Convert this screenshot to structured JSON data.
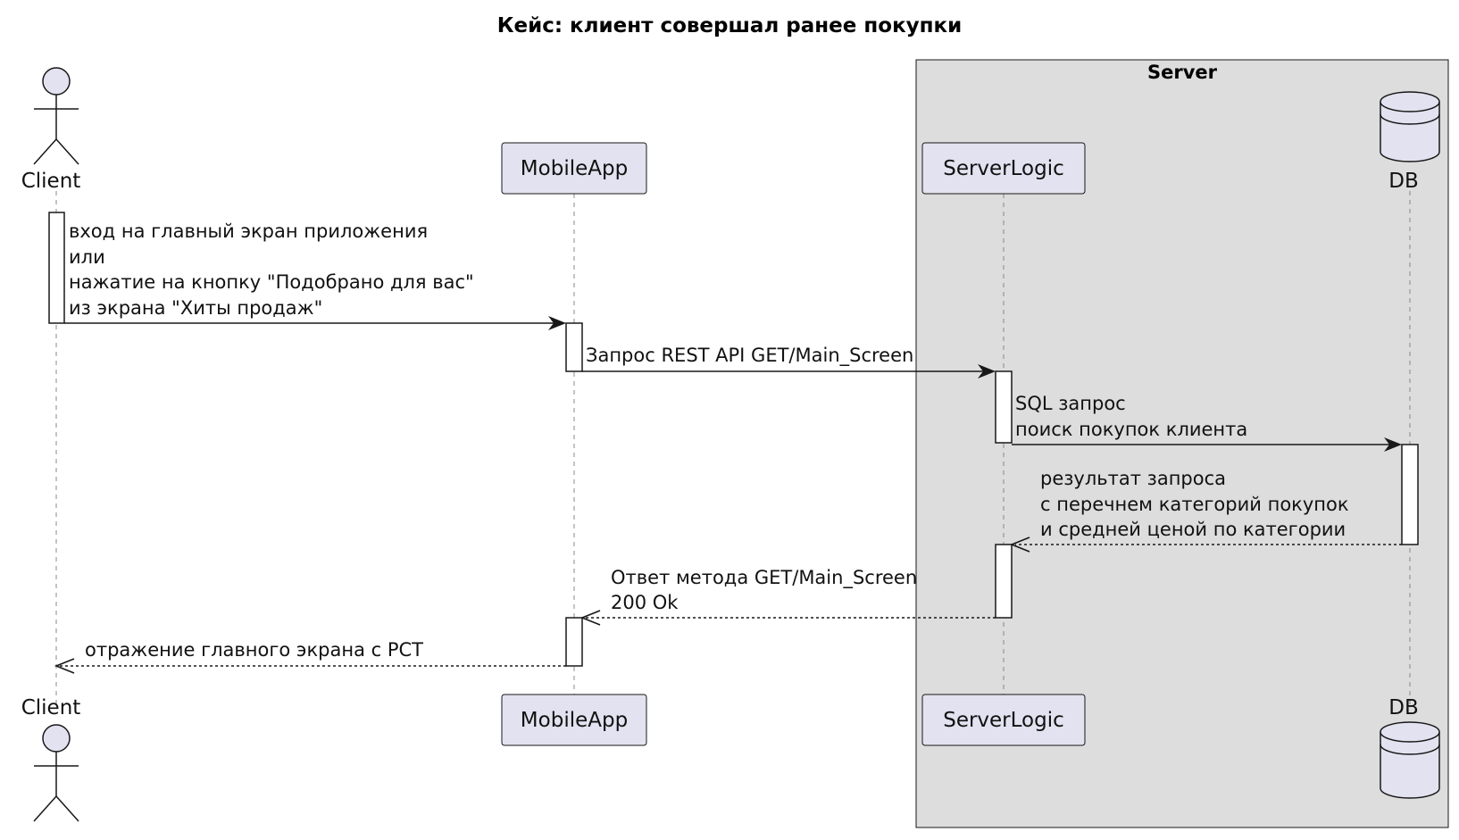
{
  "title": "Кейс: клиент совершал ранее покупки",
  "box": {
    "label": "Server"
  },
  "participants": {
    "client": "Client",
    "mobileapp": "MobileApp",
    "serverlogic": "ServerLogic",
    "db": "DB"
  },
  "messages": [
    {
      "from": "Client",
      "to": "MobileApp",
      "style": "solid",
      "lines": [
        "вход на главный экран приложения",
        "или",
        "нажатие на кнопку \"Подобрано для вас\"",
        "из экрана \"Хиты продаж\""
      ]
    },
    {
      "from": "MobileApp",
      "to": "ServerLogic",
      "style": "solid",
      "lines": [
        "Запрос REST API GET/Main_Screen"
      ]
    },
    {
      "from": "ServerLogic",
      "to": "DB",
      "style": "solid",
      "lines": [
        "SQL запрос",
        "поиск покупок клиента"
      ]
    },
    {
      "from": "DB",
      "to": "ServerLogic",
      "style": "dashed",
      "lines": [
        "результат запроса",
        "с перечнем категорий покупок",
        "и средней ценой по категории"
      ]
    },
    {
      "from": "ServerLogic",
      "to": "MobileApp",
      "style": "dashed",
      "lines": [
        "Ответ метода GET/Main_Screen",
        "200 Ok"
      ]
    },
    {
      "from": "MobileApp",
      "to": "Client",
      "style": "dashed",
      "lines": [
        "отражение главного экрана с РСТ"
      ]
    }
  ],
  "colors": {
    "participant_fill": "#e2e2f0",
    "box_fill": "#dddddd",
    "line": "#181818"
  }
}
